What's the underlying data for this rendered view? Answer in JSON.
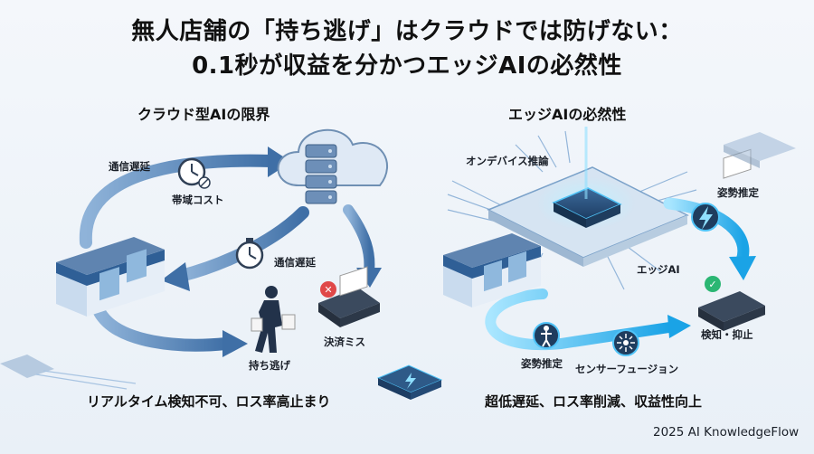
{
  "title": {
    "line1": "無人店舗の「持ち逃げ」はクラウドでは防げない：",
    "line2": "0.1秒が収益を分かつエッジAIの必然性"
  },
  "left": {
    "heading": "クラウド型AIの限界",
    "latency_top": "通信遅延",
    "bandwidth": "帯域コスト",
    "latency_mid": "通信遅延",
    "payment_fail": "決済ミス",
    "shoplift": "持ち逃げ",
    "summary": "リアルタイム検知不可、ロス率高止まり"
  },
  "right": {
    "heading": "エッジAIの必然性",
    "on_device": "オンデバイス推論",
    "pose_top": "姿勢推定",
    "edge_ai": "エッジAI",
    "detect": "検知・抑止",
    "pose_bottom": "姿勢推定",
    "sensor_fusion": "センサーフュージョン",
    "summary": "超低遅延、ロス率削減、収益性向上"
  },
  "credit": "2025 AI KnowledgeFlow",
  "colors": {
    "arrow_blue": "#3f6fa6",
    "glow": "#4fc3f7",
    "store_roof": "#2f5f96",
    "fail_red": "#e04848",
    "ok_green": "#2bb673"
  }
}
